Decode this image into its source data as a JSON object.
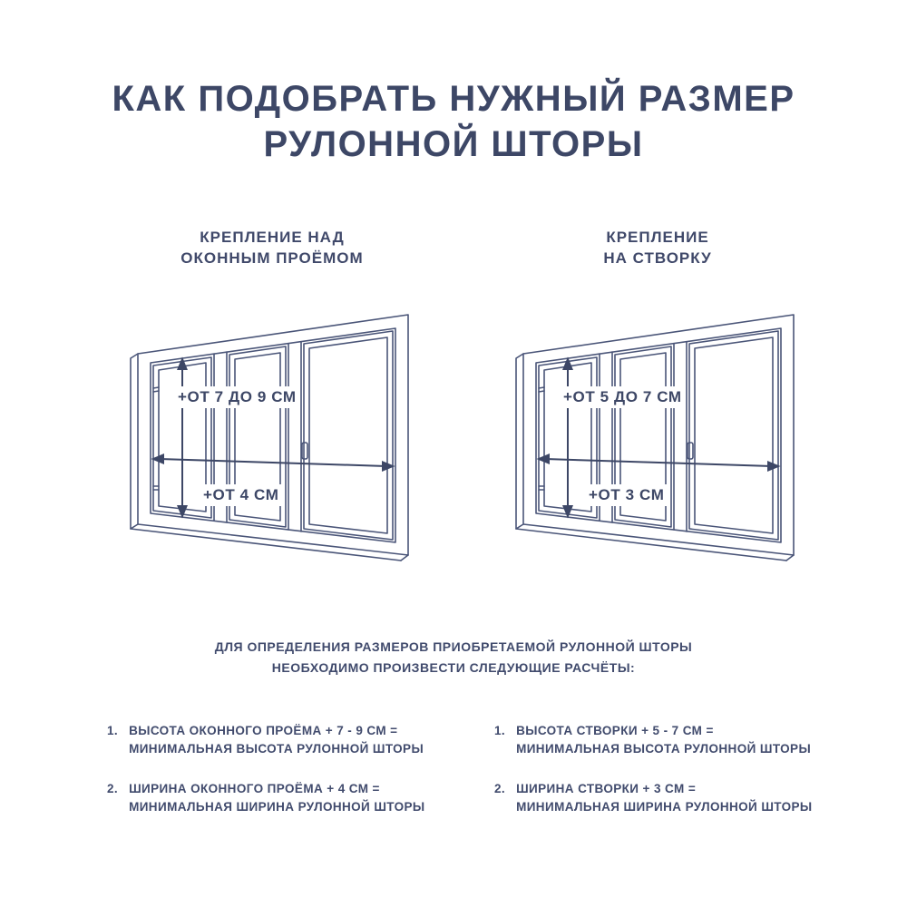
{
  "page": {
    "title_line1": "КАК ПОДОБРАТЬ НУЖНЫЙ РАЗМЕР",
    "title_line2": "РУЛОННОЙ ШТОРЫ",
    "intro_line1": "ДЛЯ ОПРЕДЕЛЕНИЯ РАЗМЕРОВ ПРИОБРЕТАЕМОЙ РУЛОННОЙ ШТОРЫ",
    "intro_line2": "НЕОБХОДИМО ПРОИЗВЕСТИ СЛЕДУЮЩИЕ РАСЧЁТЫ:"
  },
  "colors": {
    "ink": "#3d4766",
    "line": "#4a5578",
    "background": "#ffffff"
  },
  "columns": [
    {
      "subtitle_line1": "КРЕПЛЕНИЕ НАД",
      "subtitle_line2": "ОКОННЫМ ПРОЁМОМ",
      "height_label": "+ОТ 7 ДО 9 СМ",
      "width_label": "+ОТ 4 СМ",
      "items": [
        {
          "num": "1.",
          "line1": "ВЫСОТА ОКОННОГО ПРОЁМА + 7 - 9 СМ =",
          "line2": "МИНИМАЛЬНАЯ ВЫСОТА РУЛОННОЙ ШТОРЫ"
        },
        {
          "num": "2.",
          "line1": "ШИРИНА ОКОННОГО ПРОЁМА + 4 СМ =",
          "line2": "МИНИМАЛЬНАЯ ШИРИНА РУЛОННОЙ ШТОРЫ"
        }
      ]
    },
    {
      "subtitle_line1": "КРЕПЛЕНИЕ",
      "subtitle_line2": "НА СТВОРКУ",
      "height_label": "+ОТ 5 ДО 7 СМ",
      "width_label": "+ОТ 3 СМ",
      "items": [
        {
          "num": "1.",
          "line1": "ВЫСОТА СТВОРКИ + 5 - 7 СМ =",
          "line2": "МИНИМАЛЬНАЯ ВЫСОТА РУЛОННОЙ ШТОРЫ"
        },
        {
          "num": "2.",
          "line1": "ШИРИНА СТВОРКИ + 3 СМ =",
          "line2": "МИНИМАЛЬНАЯ ШИРИНА РУЛОННОЙ ШТОРЫ"
        }
      ]
    }
  ]
}
